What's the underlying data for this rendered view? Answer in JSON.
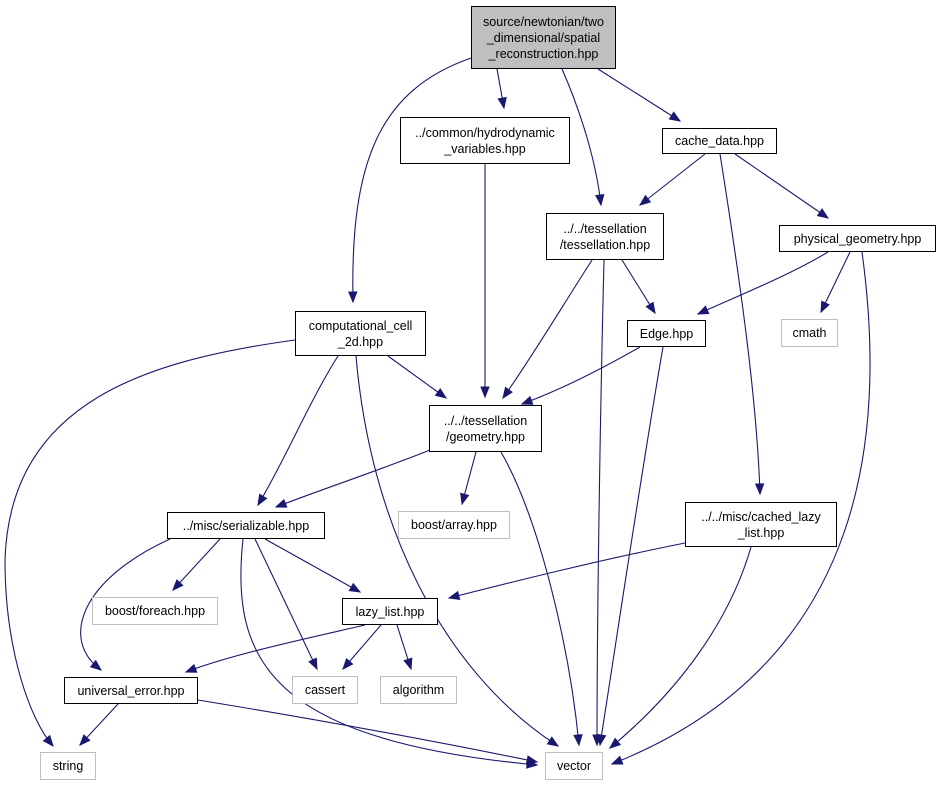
{
  "colors": {
    "edge": "#191970",
    "root_fill": "#bfbfbf",
    "system_border": "#bfbfbf"
  },
  "nodes": {
    "root": {
      "lines": [
        "source/newtonian/two",
        "_dimensional/spatial",
        "_reconstruction.hpp"
      ]
    },
    "hydro": {
      "lines": [
        "../common/hydrodynamic",
        "_variables.hpp"
      ]
    },
    "cache_data": {
      "lines": [
        "cache_data.hpp"
      ]
    },
    "tessellation": {
      "lines": [
        "../../tessellation",
        "/tessellation.hpp"
      ]
    },
    "physical_geometry": {
      "lines": [
        "physical_geometry.hpp"
      ]
    },
    "comp_cell": {
      "lines": [
        "computational_cell",
        "_2d.hpp"
      ]
    },
    "edge": {
      "lines": [
        "Edge.hpp"
      ]
    },
    "cmath": {
      "lines": [
        "cmath"
      ]
    },
    "geometry": {
      "lines": [
        "../../tessellation",
        "/geometry.hpp"
      ]
    },
    "serializable": {
      "lines": [
        "../misc/serializable.hpp"
      ]
    },
    "boost_array": {
      "lines": [
        "boost/array.hpp"
      ]
    },
    "cached_lazy": {
      "lines": [
        "../../misc/cached_lazy",
        "_list.hpp"
      ]
    },
    "boost_foreach": {
      "lines": [
        "boost/foreach.hpp"
      ]
    },
    "lazy_list": {
      "lines": [
        "lazy_list.hpp"
      ]
    },
    "universal_error": {
      "lines": [
        "universal_error.hpp"
      ]
    },
    "cassert": {
      "lines": [
        "cassert"
      ]
    },
    "algorithm": {
      "lines": [
        "algorithm"
      ]
    },
    "string": {
      "lines": [
        "string"
      ]
    },
    "vector": {
      "lines": [
        "vector"
      ]
    }
  },
  "edges": [
    [
      "root",
      "hydro"
    ],
    [
      "root",
      "cache_data"
    ],
    [
      "root",
      "tessellation"
    ],
    [
      "root",
      "comp_cell"
    ],
    [
      "hydro",
      "geometry"
    ],
    [
      "cache_data",
      "tessellation"
    ],
    [
      "cache_data",
      "physical_geometry"
    ],
    [
      "cache_data",
      "cached_lazy"
    ],
    [
      "tessellation",
      "edge"
    ],
    [
      "tessellation",
      "geometry"
    ],
    [
      "tessellation",
      "vector"
    ],
    [
      "physical_geometry",
      "edge"
    ],
    [
      "physical_geometry",
      "cmath"
    ],
    [
      "physical_geometry",
      "vector"
    ],
    [
      "comp_cell",
      "geometry"
    ],
    [
      "comp_cell",
      "serializable"
    ],
    [
      "comp_cell",
      "string"
    ],
    [
      "comp_cell",
      "vector"
    ],
    [
      "edge",
      "geometry"
    ],
    [
      "edge",
      "vector"
    ],
    [
      "geometry",
      "serializable"
    ],
    [
      "geometry",
      "boost_array"
    ],
    [
      "geometry",
      "vector"
    ],
    [
      "serializable",
      "boost_foreach"
    ],
    [
      "serializable",
      "lazy_list"
    ],
    [
      "serializable",
      "universal_error"
    ],
    [
      "serializable",
      "cassert"
    ],
    [
      "serializable",
      "vector"
    ],
    [
      "cached_lazy",
      "lazy_list"
    ],
    [
      "cached_lazy",
      "vector"
    ],
    [
      "lazy_list",
      "universal_error"
    ],
    [
      "lazy_list",
      "cassert"
    ],
    [
      "lazy_list",
      "algorithm"
    ],
    [
      "universal_error",
      "string"
    ],
    [
      "universal_error",
      "vector"
    ]
  ]
}
